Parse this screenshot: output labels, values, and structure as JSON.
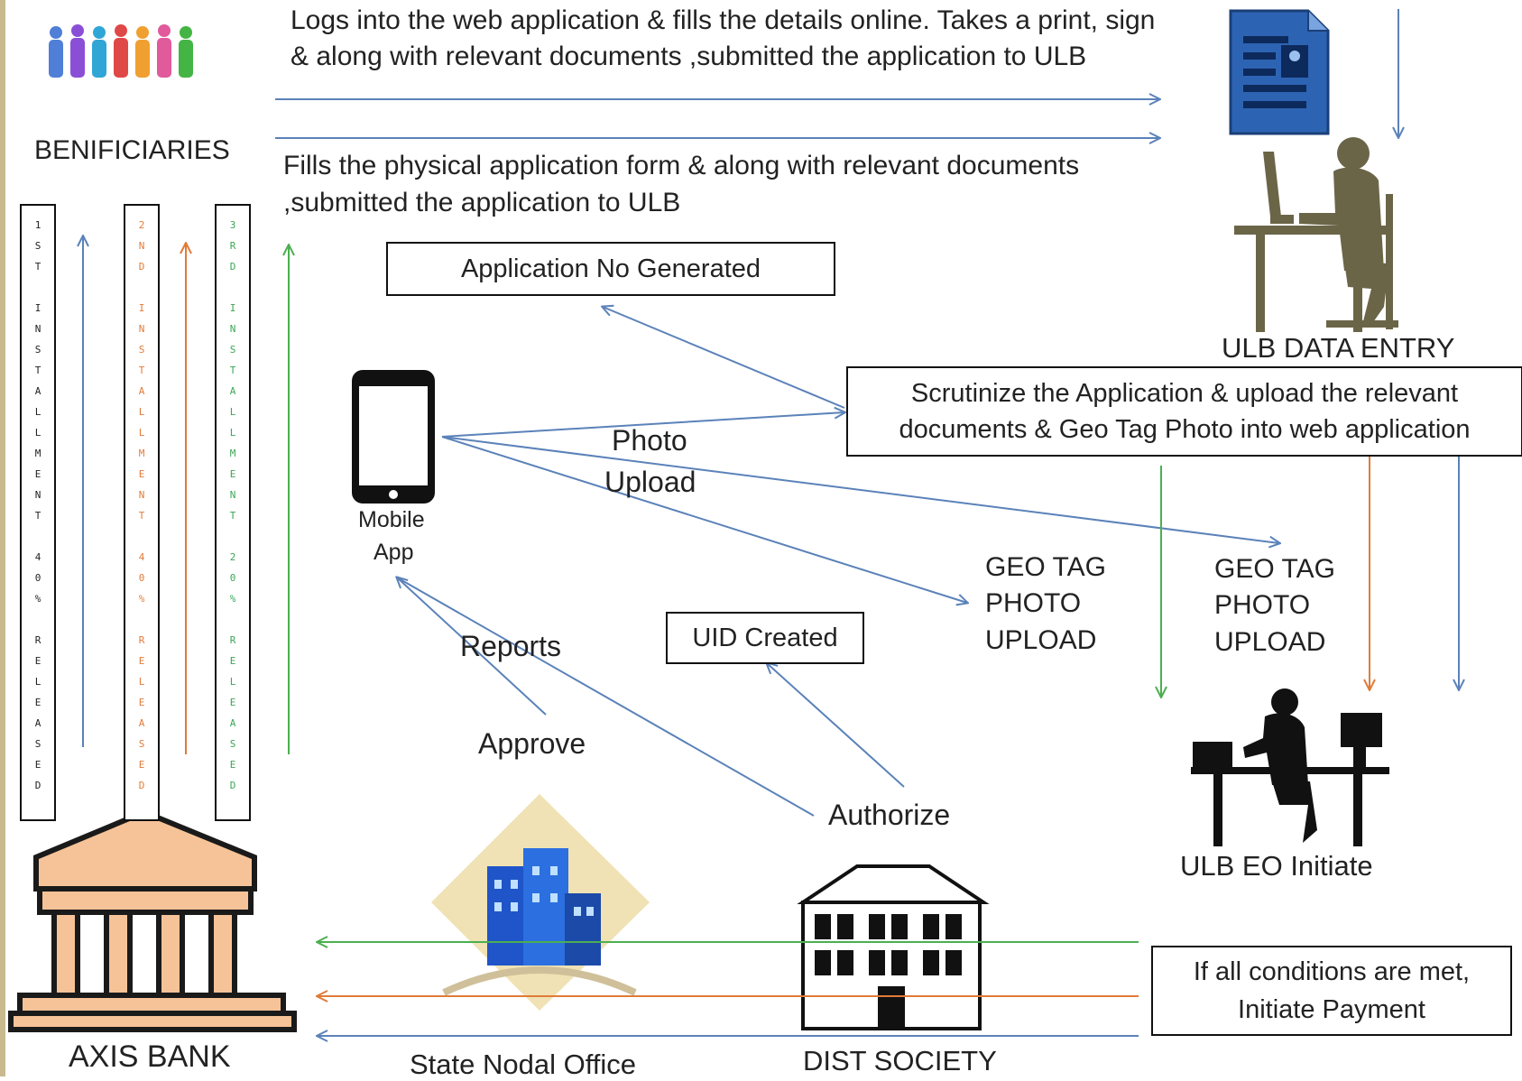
{
  "actors": {
    "beneficiaries": "BENIFICIARIES",
    "ulb_data_entry": "ULB DATA ENTRY",
    "ulb_eo": "ULB EO Initiate",
    "axis_bank": "AXIS BANK",
    "state_nodal": "State Nodal Office",
    "dist_society": "DIST SOCIETY",
    "mobile_app_line1": "Mobile",
    "mobile_app_line2": "App"
  },
  "flows": {
    "online_line1": "Logs into the web application & fills the details online. Takes a print, sign",
    "online_line2": "& along with relevant documents ,submitted the application to ULB",
    "physical_line1": "Fills the physical application form &  along with relevant documents",
    "physical_line2": ",submitted the application to ULB"
  },
  "boxes": {
    "application_no": "Application No Generated",
    "scrutinize_line1": "Scrutinize the Application & upload the relevant",
    "scrutinize_line2": "documents & Geo Tag Photo into web application",
    "uid_created": "UID Created",
    "payment_line1": "If all conditions are met,",
    "payment_line2": "Initiate Payment"
  },
  "labels": {
    "photo": "Photo",
    "upload": "Upload",
    "geo1_l1": "GEO TAG",
    "geo1_l2": "PHOTO",
    "geo1_l3": "UPLOAD",
    "geo2_l1": "GEO TAG",
    "geo2_l2": "PHOTO",
    "geo2_l3": "UPLOAD",
    "reports": "Reports",
    "approve": "Approve",
    "authorize": "Authorize"
  },
  "installments": [
    {
      "text": "1ST INSTALLMENT 40% RELEASED",
      "color": "#222222"
    },
    {
      "text": "2ND INSTALLMENT 40% RELEASED",
      "color": "#e07b39"
    },
    {
      "text": "3RD INSTALLMENT 20% RELEASED",
      "color": "#3aa655"
    }
  ],
  "colors": {
    "blue_arrow": "#5b82b9",
    "orange_arrow": "#e07b39",
    "green_arrow": "#4caf50"
  }
}
